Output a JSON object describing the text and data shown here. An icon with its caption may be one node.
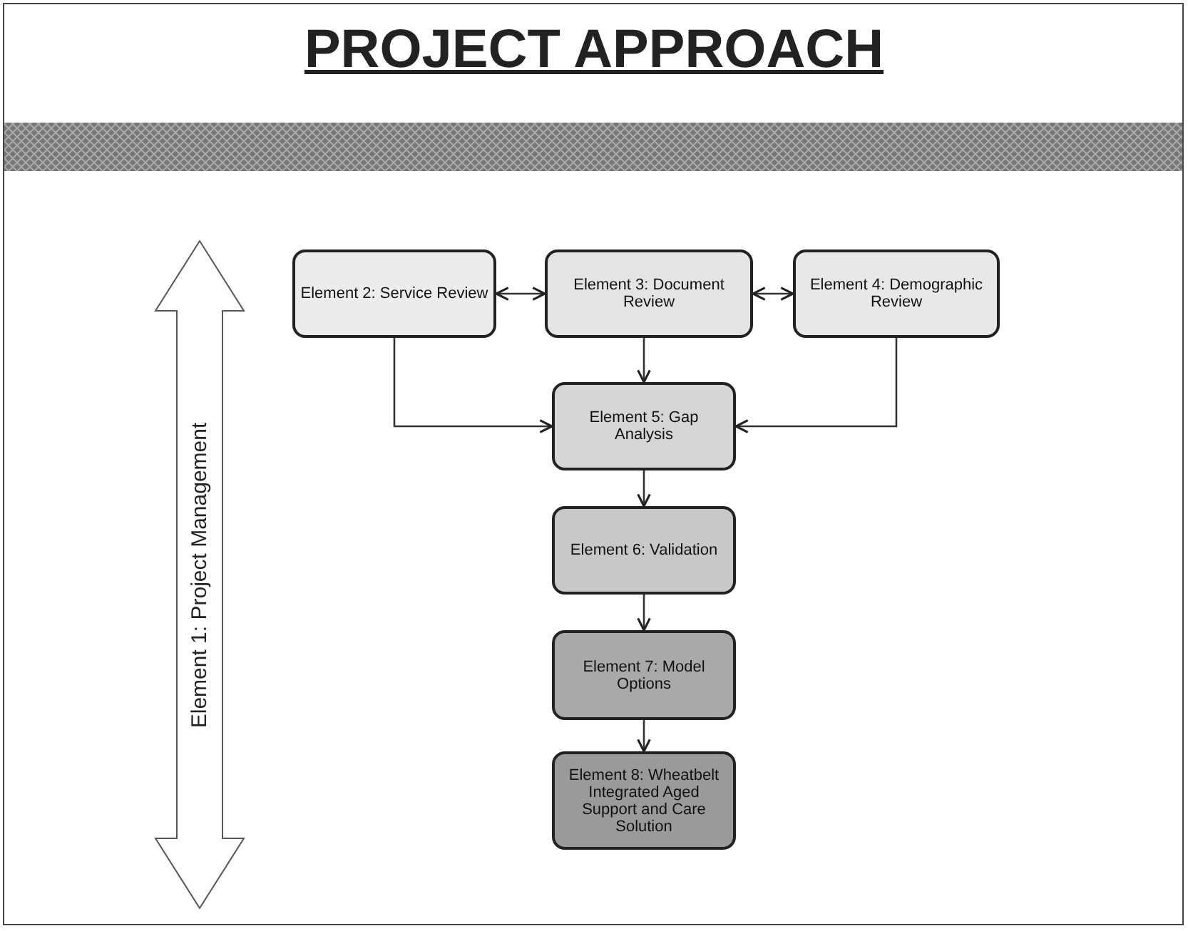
{
  "diagram": {
    "title": "PROJECT APPROACH",
    "nodes": [
      {
        "text": [
          "Element 1: Project Management"
        ]
      },
      {
        "text": [
          "Element 2: Service Review"
        ]
      },
      {
        "text": [
          "Element 3: Document Review"
        ]
      },
      {
        "text": [
          "Element 4: Demographic Review"
        ]
      },
      {
        "text": [
          "Element 5: Gap Analysis"
        ]
      },
      {
        "text": [
          "Element 6: Validation"
        ]
      },
      {
        "text": [
          "Element 7: Model Options"
        ]
      },
      {
        "text": [
          "Element 8: Wheatbelt Integrated Aged Support and Care Solution"
        ]
      }
    ],
    "edges": [
      {
        "from": 1,
        "to": 2,
        "arrow": "both"
      },
      {
        "from": 2,
        "to": 3,
        "arrow": "both"
      },
      {
        "from": 2,
        "to": 4,
        "arrow": "to"
      },
      {
        "from": 1,
        "to": 4,
        "arrow": "to"
      },
      {
        "from": 3,
        "to": 4,
        "arrow": "to"
      },
      {
        "from": 4,
        "to": 5,
        "arrow": "to"
      },
      {
        "from": 5,
        "to": 6,
        "arrow": "to"
      },
      {
        "from": 6,
        "to": 7,
        "arrow": "to"
      }
    ]
  }
}
